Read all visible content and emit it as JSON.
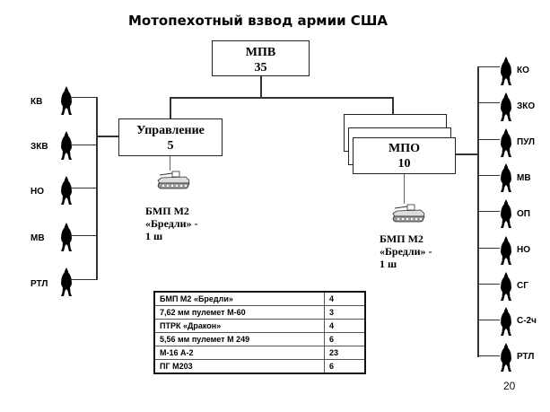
{
  "title": "Мотопехотный взвод армии США",
  "platoon": {
    "name": "МПВ",
    "count": "35"
  },
  "headquarters": {
    "name": "Управление",
    "count": "5",
    "vehicle": {
      "icon": "ifv-tank-icon",
      "line1": "БМП М2",
      "line2": "«Бредли» -",
      "line3": "1 ш"
    },
    "members": [
      "КВ",
      "ЗКВ",
      "НО",
      "МВ",
      "РТЛ"
    ]
  },
  "squad": {
    "name": "МПО",
    "count": "10",
    "vehicle": {
      "icon": "ifv-tank-icon",
      "line1": "БМП М2",
      "line2": "«Бредли» -",
      "line3": "1 ш"
    },
    "members": [
      "КО",
      "ЗКО",
      "ПУЛ",
      "МВ",
      "ОП",
      "НО",
      "СГ",
      "С-2ч",
      "РТЛ"
    ]
  },
  "equipment": {
    "rows": [
      {
        "name": "БМП М2 «Бредли»",
        "qty": "4"
      },
      {
        "name": "7,62 мм пулемет М-60",
        "qty": "3"
      },
      {
        "name": "ПТРК «Дракон»",
        "qty": "4"
      },
      {
        "name": "5,56 мм пулемет М 249",
        "qty": "6"
      },
      {
        "name": "М-16 А-2",
        "qty": "23"
      },
      {
        "name": "ПГ М203",
        "qty": "6"
      }
    ]
  },
  "page_number": "20"
}
